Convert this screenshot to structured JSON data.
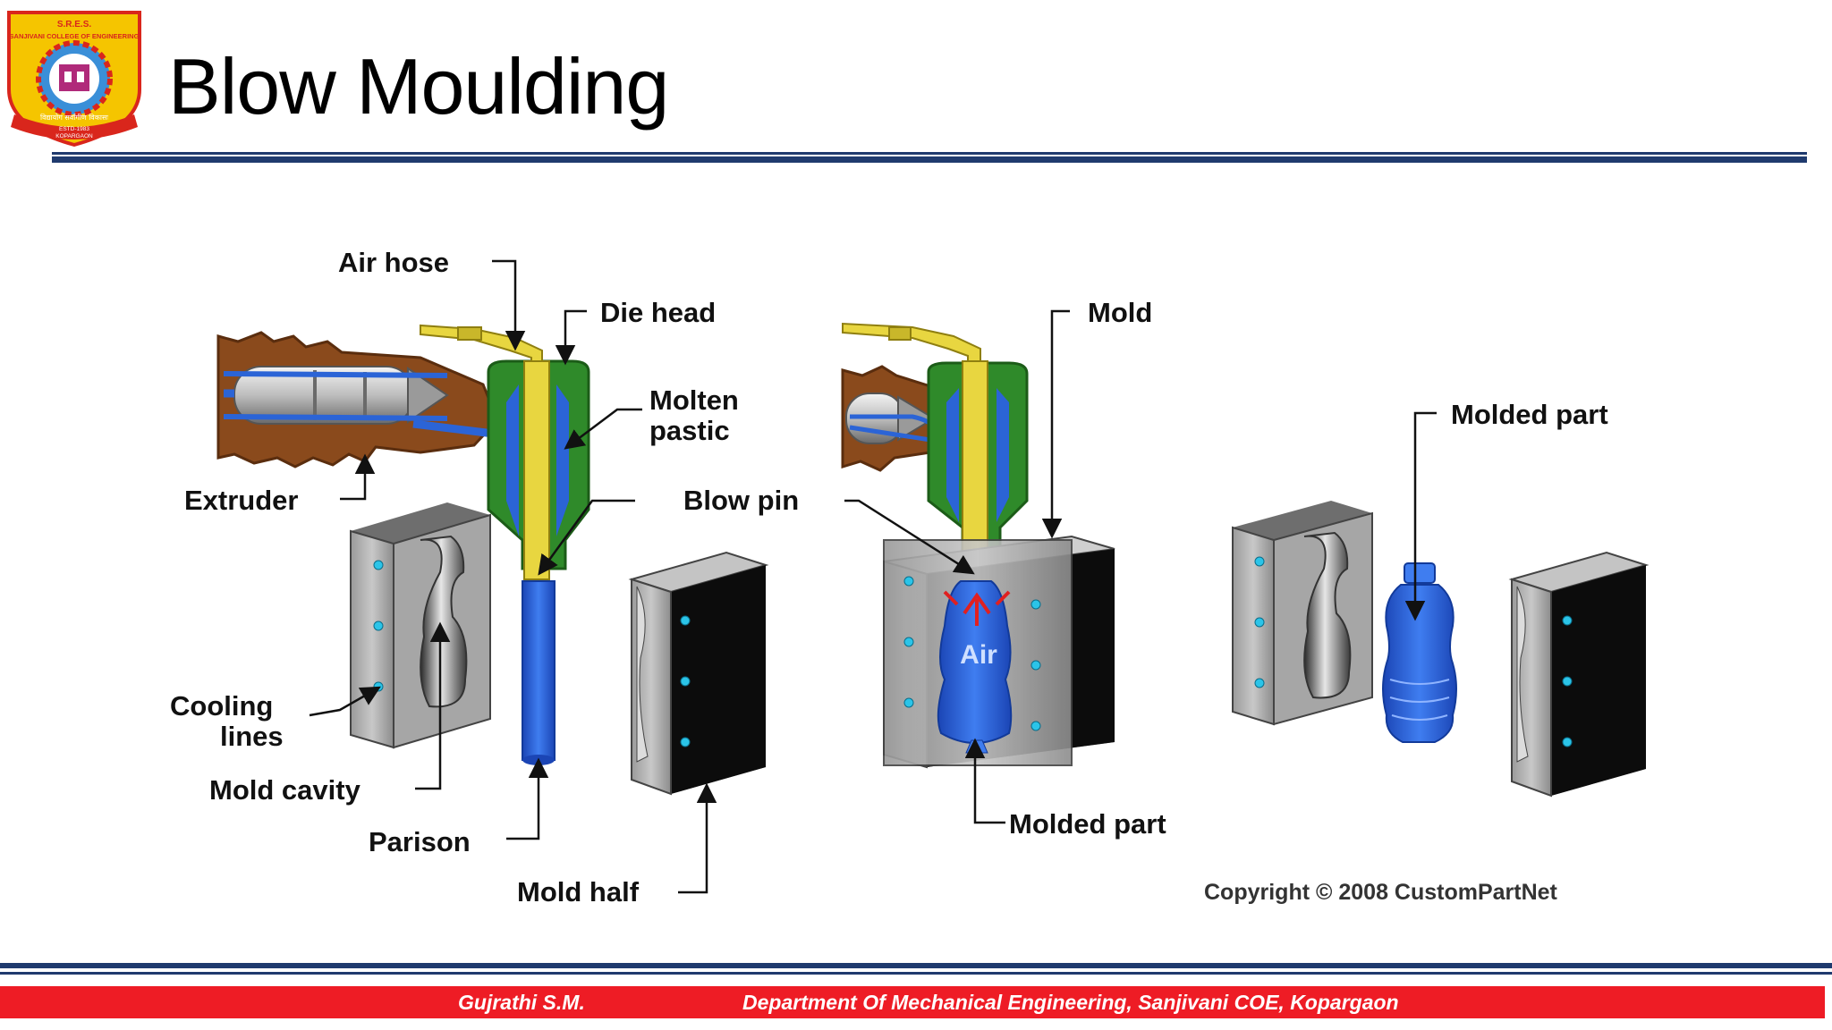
{
  "slide": {
    "title": "Blow Moulding"
  },
  "logo": {
    "top_text": "S.R.E.S.",
    "ring_text": "SANJIVANI COLLEGE OF ENGINEERING",
    "motto": "विद्यायोग सर्वांगीण विकासः",
    "estd": "ESTD-1983",
    "place": "KOPARGAON"
  },
  "diagram": {
    "labels": {
      "air_hose": "Air hose",
      "die_head": "Die head",
      "molten_1": "Molten",
      "molten_2": "pastic",
      "extruder": "Extruder",
      "blow_pin": "Blow pin",
      "cooling_1": "Cooling",
      "cooling_2": "lines",
      "mold_cavity": "Mold cavity",
      "parison": "Parison",
      "mold_half": "Mold half",
      "mold": "Mold",
      "air": "Air",
      "molded_part_center": "Molded part",
      "molded_part_right": "Molded part",
      "copyright": "Copyright © 2008 CustomPartNet"
    }
  },
  "footer": {
    "author": "Gujrathi S.M.",
    "department": "Department Of Mechanical Engineering,  Sanjivani COE, Kopargaon"
  },
  "colors": {
    "rule": "#1f3a6e",
    "footer_bar": "#ee1c25",
    "plastic_blue": "#2b64d6",
    "die_green": "#2f8a2a",
    "blow_pin_yellow": "#e8d640",
    "extruder_brown": "#8a4a1c",
    "mold_grey": "#b8b8b8"
  }
}
